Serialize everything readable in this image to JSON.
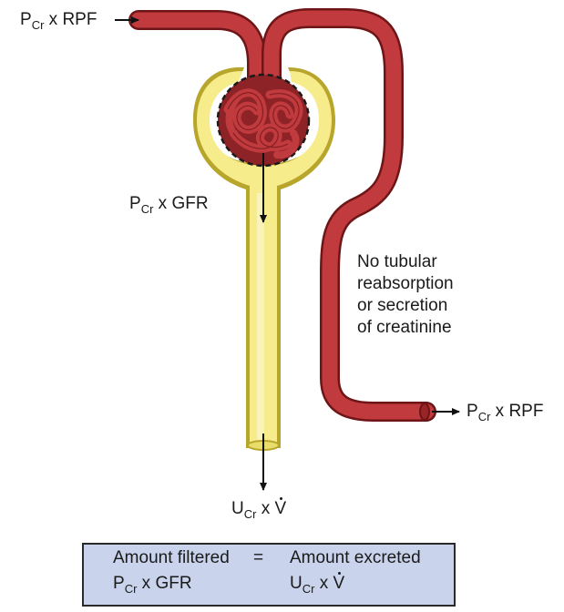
{
  "labels": {
    "input_plasma": {
      "main": "P",
      "sub": "Cr",
      "rest": " x RPF"
    },
    "filtered": {
      "main": "P",
      "sub": "Cr",
      "rest": " x GFR"
    },
    "output_plasma": {
      "main": "P",
      "sub": "Cr",
      "rest": " x RPF"
    },
    "excreted": {
      "main": "U",
      "sub": "Cr",
      "rest": " x ",
      "v": "V"
    }
  },
  "note": {
    "lines": [
      "No tubular",
      "reabsorption",
      "or secretion",
      "of creatinine"
    ]
  },
  "summary": {
    "left_heading": "Amount filtered",
    "equals": "=",
    "right_heading": "Amount excreted",
    "left_formula": {
      "main": "P",
      "sub": "Cr",
      "rest": " x GFR"
    },
    "right_formula": {
      "main": "U",
      "sub": "Cr",
      "rest": " x ",
      "v": "V"
    }
  },
  "colors": {
    "vessel_fill": "#c03a3e",
    "vessel_outline": "#6e1517",
    "tubule_fill": "#f6ec8c",
    "tubule_outline": "#b8a62c",
    "summary_box": "#c9d3ec"
  }
}
